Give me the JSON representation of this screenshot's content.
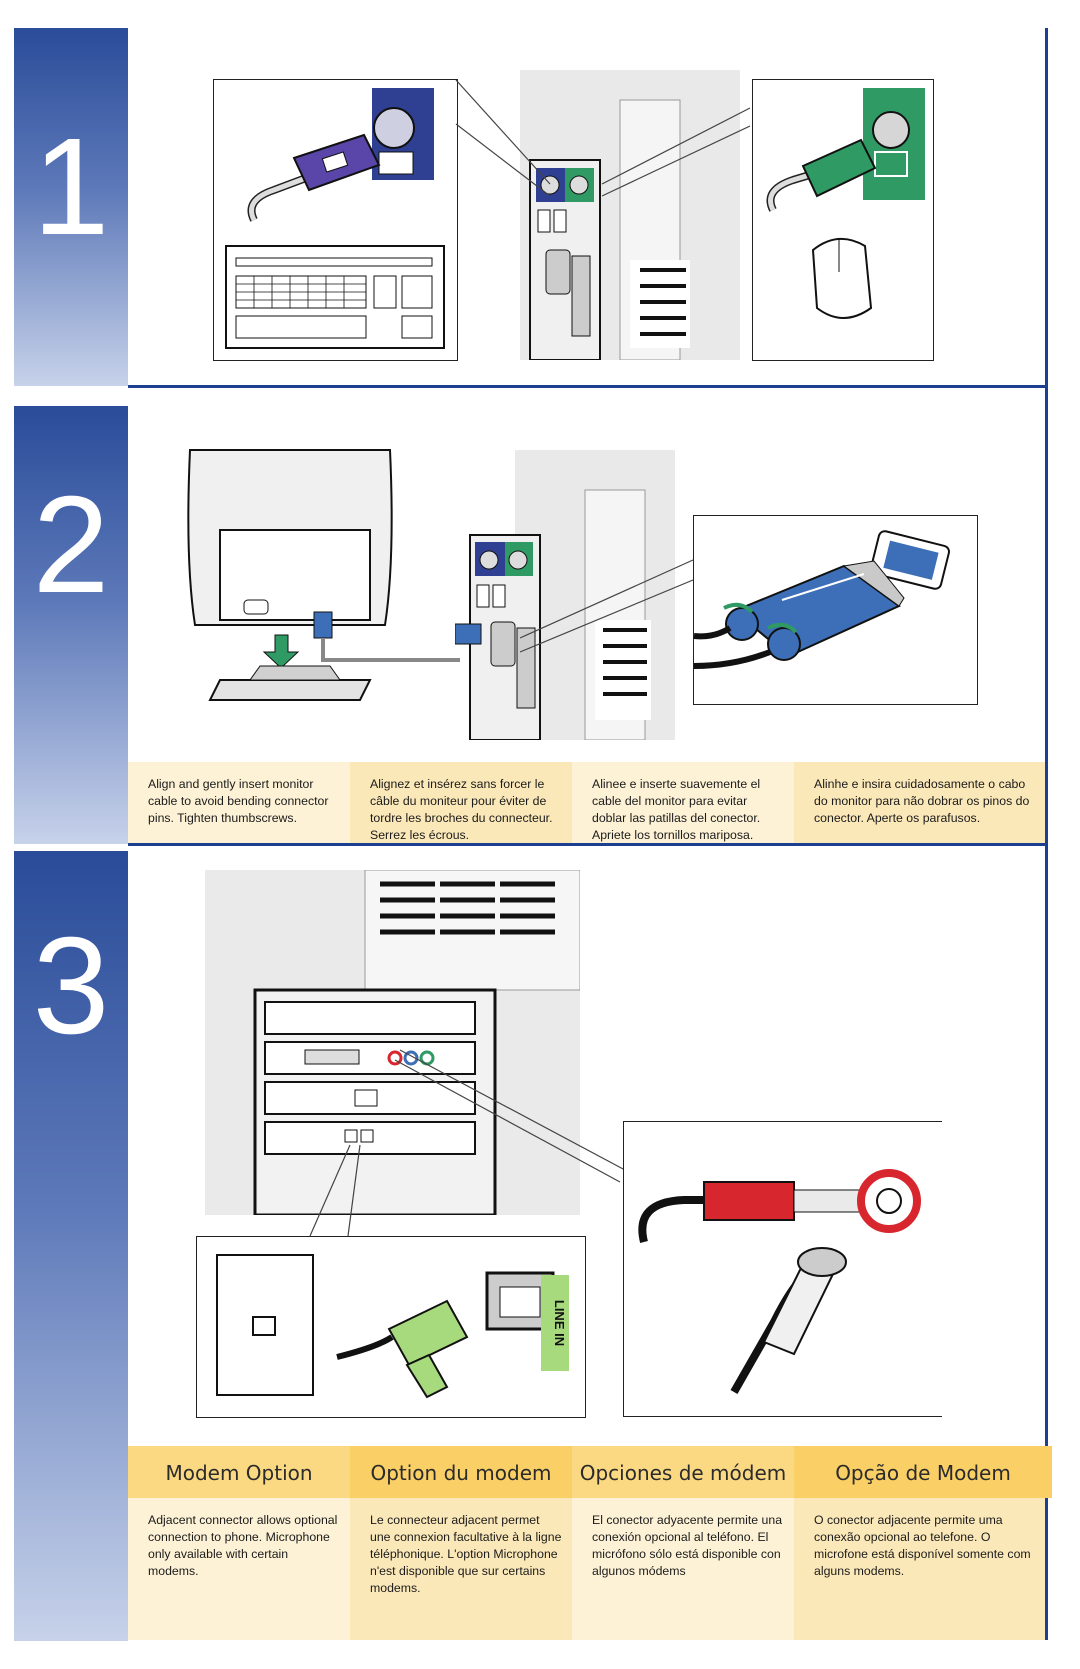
{
  "steps": [
    {
      "number": "1"
    },
    {
      "number": "2"
    },
    {
      "number": "3"
    }
  ],
  "monitor_instructions": [
    "Align and gently insert monitor cable to avoid bending connector pins. Tighten thumbscrews.",
    "Alignez et insérez sans forcer le câble du moniteur pour éviter de tordre les broches du connecteur. Serrez les écrous.",
    "Alinee e inserte suavemente el cable del monitor para evitar doblar las patillas del conector. Apriete los tornillos mariposa.",
    "Alinhe e insira cuidadosamente o cabo do monitor para não dobrar os pinos do conector. Aperte os parafusos."
  ],
  "modem": {
    "headings": [
      "Modem Option",
      "Option du modem",
      "Opciones de módem",
      "Opção de Modem"
    ],
    "descriptions": [
      "Adjacent connector allows optional connection to phone. Microphone only available with certain modems.",
      "Le connecteur adjacent permet une connexion facultative à la ligne téléphonique. L'option Microphone n'est disponible que sur certains modems.",
      "El conector adyacente permite una conexión opcional al teléfono. El micrófono sólo está disponible con algunos módems",
      "O conector adjacente permite uma conexão opcional ao telefone. O microfone está disponível somente com alguns modems."
    ]
  },
  "icons": {
    "keyboard": "keyboard-icon",
    "mouse": "mouse-icon",
    "monitor": "monitor-icon",
    "wall_jack": "wall-jack-icon",
    "line_in": "LINE IN"
  },
  "colors": {
    "band_top": "#2a4c99",
    "band_bottom": "#c7d2ea",
    "rule": "#1d3f8f",
    "keyboard_connector": "#5a45a8",
    "mouse_connector": "#2f9a63",
    "vga_connector": "#3d6fb8",
    "audio_plug": "#d8262e",
    "phone_plug": "#a7d97d"
  }
}
